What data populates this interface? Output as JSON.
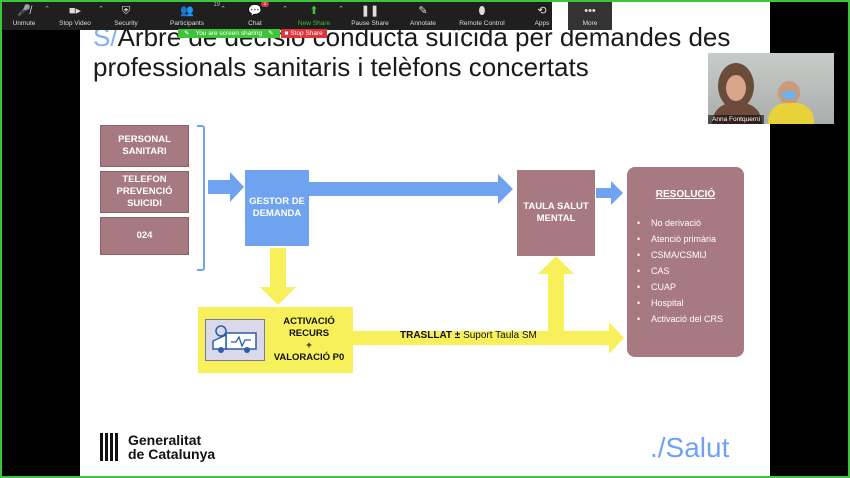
{
  "toolbar": {
    "items": [
      {
        "label": "Unmute",
        "icon": "mic-muted-icon"
      },
      {
        "label": "Stop Video",
        "icon": "video-camera-icon"
      },
      {
        "label": "Security",
        "icon": "shield-icon"
      },
      {
        "label": "Participants",
        "icon": "participants-icon",
        "count": "19"
      },
      {
        "label": "Chat",
        "icon": "chat-icon",
        "badge": "1"
      },
      {
        "label": "New Share",
        "icon": "new-share-icon"
      },
      {
        "label": "Pause Share",
        "icon": "pause-icon"
      },
      {
        "label": "Annotate",
        "icon": "pencil-icon"
      },
      {
        "label": "Remote Control",
        "icon": "mouse-icon"
      },
      {
        "label": "Apps",
        "icon": "apps-icon"
      },
      {
        "label": "More",
        "icon": "ellipsis-icon"
      }
    ]
  },
  "sharing": {
    "status": "You are screen sharing",
    "stop_label": "Stop Share"
  },
  "video": {
    "participant_name": "Anna Fontquerni"
  },
  "slide": {
    "title_prefix": "S/",
    "title": "Arbre de decisió conducta suïcida per demandes des  professionals sanitaris i telèfons concertats",
    "sources": [
      "PERSONAL SANITARI",
      "TELEFON PREVENCIÓ SUICIDI",
      "024"
    ],
    "gestor": "GESTOR DE DEMANDA",
    "taula": "TAULA SALUT MENTAL",
    "activacio": "ACTIVACIÓ RECURS",
    "plus": "+",
    "valoracio": "VALORACIÓ P0",
    "trasllat_bold": "TRASLLAT ±",
    "trasllat_rest": " Suport Taula SM",
    "resolucio_title": "RESOLUCIÓ",
    "resolucio_items": [
      "No derivació",
      "Atenció primària",
      "CSMA/CSMIJ",
      "CAS",
      "CUAP",
      "Hospital",
      "Activació del CRS"
    ],
    "logo_line1": "Generalitat",
    "logo_line2": "de Catalunya",
    "salut_logo": "./Salut"
  },
  "colors": {
    "mauve": "#a67a80",
    "blue": "#6fa3f0",
    "yellow": "#f8f05a",
    "zoom_green": "#3ec43a",
    "stop_red": "#e0333c"
  }
}
